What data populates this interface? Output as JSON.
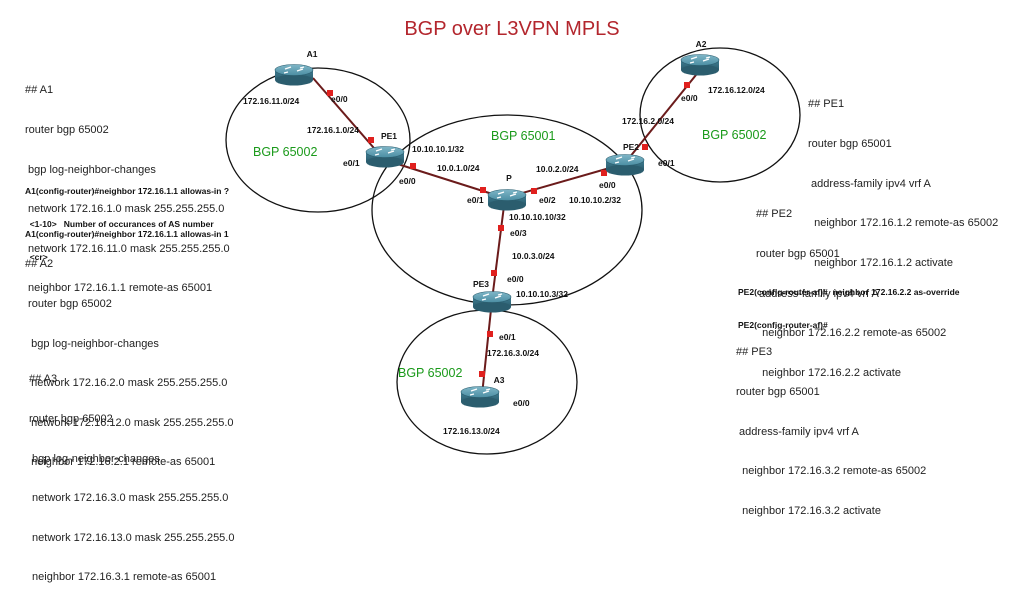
{
  "title": "BGP over L3VPN MPLS",
  "colors": {
    "title": "#b3262d",
    "bgp_label": "#1a9a1a",
    "port": "#e0201e",
    "router_body": "#3e7d92"
  },
  "routers": {
    "a1": "A1",
    "a2": "A2",
    "pe1": "PE1",
    "pe2": "PE2",
    "p": "P",
    "pe3": "PE3",
    "a3": "A3"
  },
  "regions": {
    "as_left": "BGP 65002",
    "as_core": "BGP 65001",
    "as_right": "BGP 65002",
    "as_bottom": "BGP 65002"
  },
  "links": {
    "a1_pe1": "172.16.1.0/24",
    "pe2_a2": "172.16.2.0/24",
    "pe1_p": "10.0.1.0/24",
    "p_pe2": "10.0.2.0/24",
    "p_pe3": "10.0.3.0/24",
    "pe3_a3": "172.16.3.0/24"
  },
  "interfaces": {
    "a1_e00": "e0/0",
    "pe1_e01": "e0/1",
    "pe1_e00": "e0/0",
    "p_e01": "e0/1",
    "p_e02": "e0/2",
    "p_e03": "e0/3",
    "pe2_e00": "e0/0",
    "pe2_e01": "e0/1",
    "a2_e00": "e0/0",
    "pe3_e00": "e0/0",
    "pe3_e01": "e0/1",
    "a3_e00": "e0/0"
  },
  "addresses": {
    "a1_net": "172.16.11.0/24",
    "a2_net": "172.16.12.0/24",
    "a3_net": "172.16.13.0/24",
    "pe1_lo": "10.10.10.1/32",
    "pe2_lo": "10.10.10.2/32",
    "p_lo": "10.10.10.10/32",
    "pe3_lo": "10.10.10.3/32"
  },
  "configs": {
    "a1": [
      "## A1",
      "router bgp 65002",
      " bgp log-neighbor-changes",
      " network 172.16.1.0 mask 255.255.255.0",
      " network 172.16.11.0 mask 255.255.255.0",
      " neighbor 172.16.1.1 remote-as 65001"
    ],
    "a2": [
      "## A2",
      " router bgp 65002",
      "  bgp log-neighbor-changes",
      "  network 172.16.2.0 mask 255.255.255.0",
      "  network 172.16.12.0 mask 255.255.255.0",
      "  neighbor 172.16.2.1 remote-as 65001"
    ],
    "a3": [
      "## A3",
      "router bgp 65002",
      " bgp log-neighbor-changes",
      " network 172.16.3.0 mask 255.255.255.0",
      " network 172.16.13.0 mask 255.255.255.0",
      " neighbor 172.16.3.1 remote-as 65001"
    ],
    "pe1": [
      "## PE1",
      "router bgp 65001",
      " address-family ipv4 vrf A",
      "  neighbor 172.16.1.2 remote-as 65002",
      "  neighbor 172.16.1.2 activate"
    ],
    "pe2": [
      "## PE2",
      "router bgp 65001",
      " address-family ipv4 vrf A",
      "  neighbor 172.16.2.2 remote-as 65002",
      "  neighbor 172.16.2.2 activate"
    ],
    "pe3": [
      "## PE3",
      "router bgp 65001",
      " address-family ipv4 vrf A",
      "  neighbor 172.16.3.2 remote-as 65002",
      "  neighbor 172.16.3.2 activate"
    ]
  },
  "cli": {
    "a1_help": [
      "A1(config-router)#neighbor 172.16.1.1 allowas-in ?",
      "  <1-10>   Number of occurances of AS number",
      "  <cr>"
    ],
    "a1_cmd": [
      "A1(config-router)#neighbor 172.16.1.1 allowas-in 1"
    ],
    "pe2": [
      "PE2(config-router-af)#  neighbor 172.16.2.2 as-override",
      "PE2(config-router-af)#"
    ]
  }
}
